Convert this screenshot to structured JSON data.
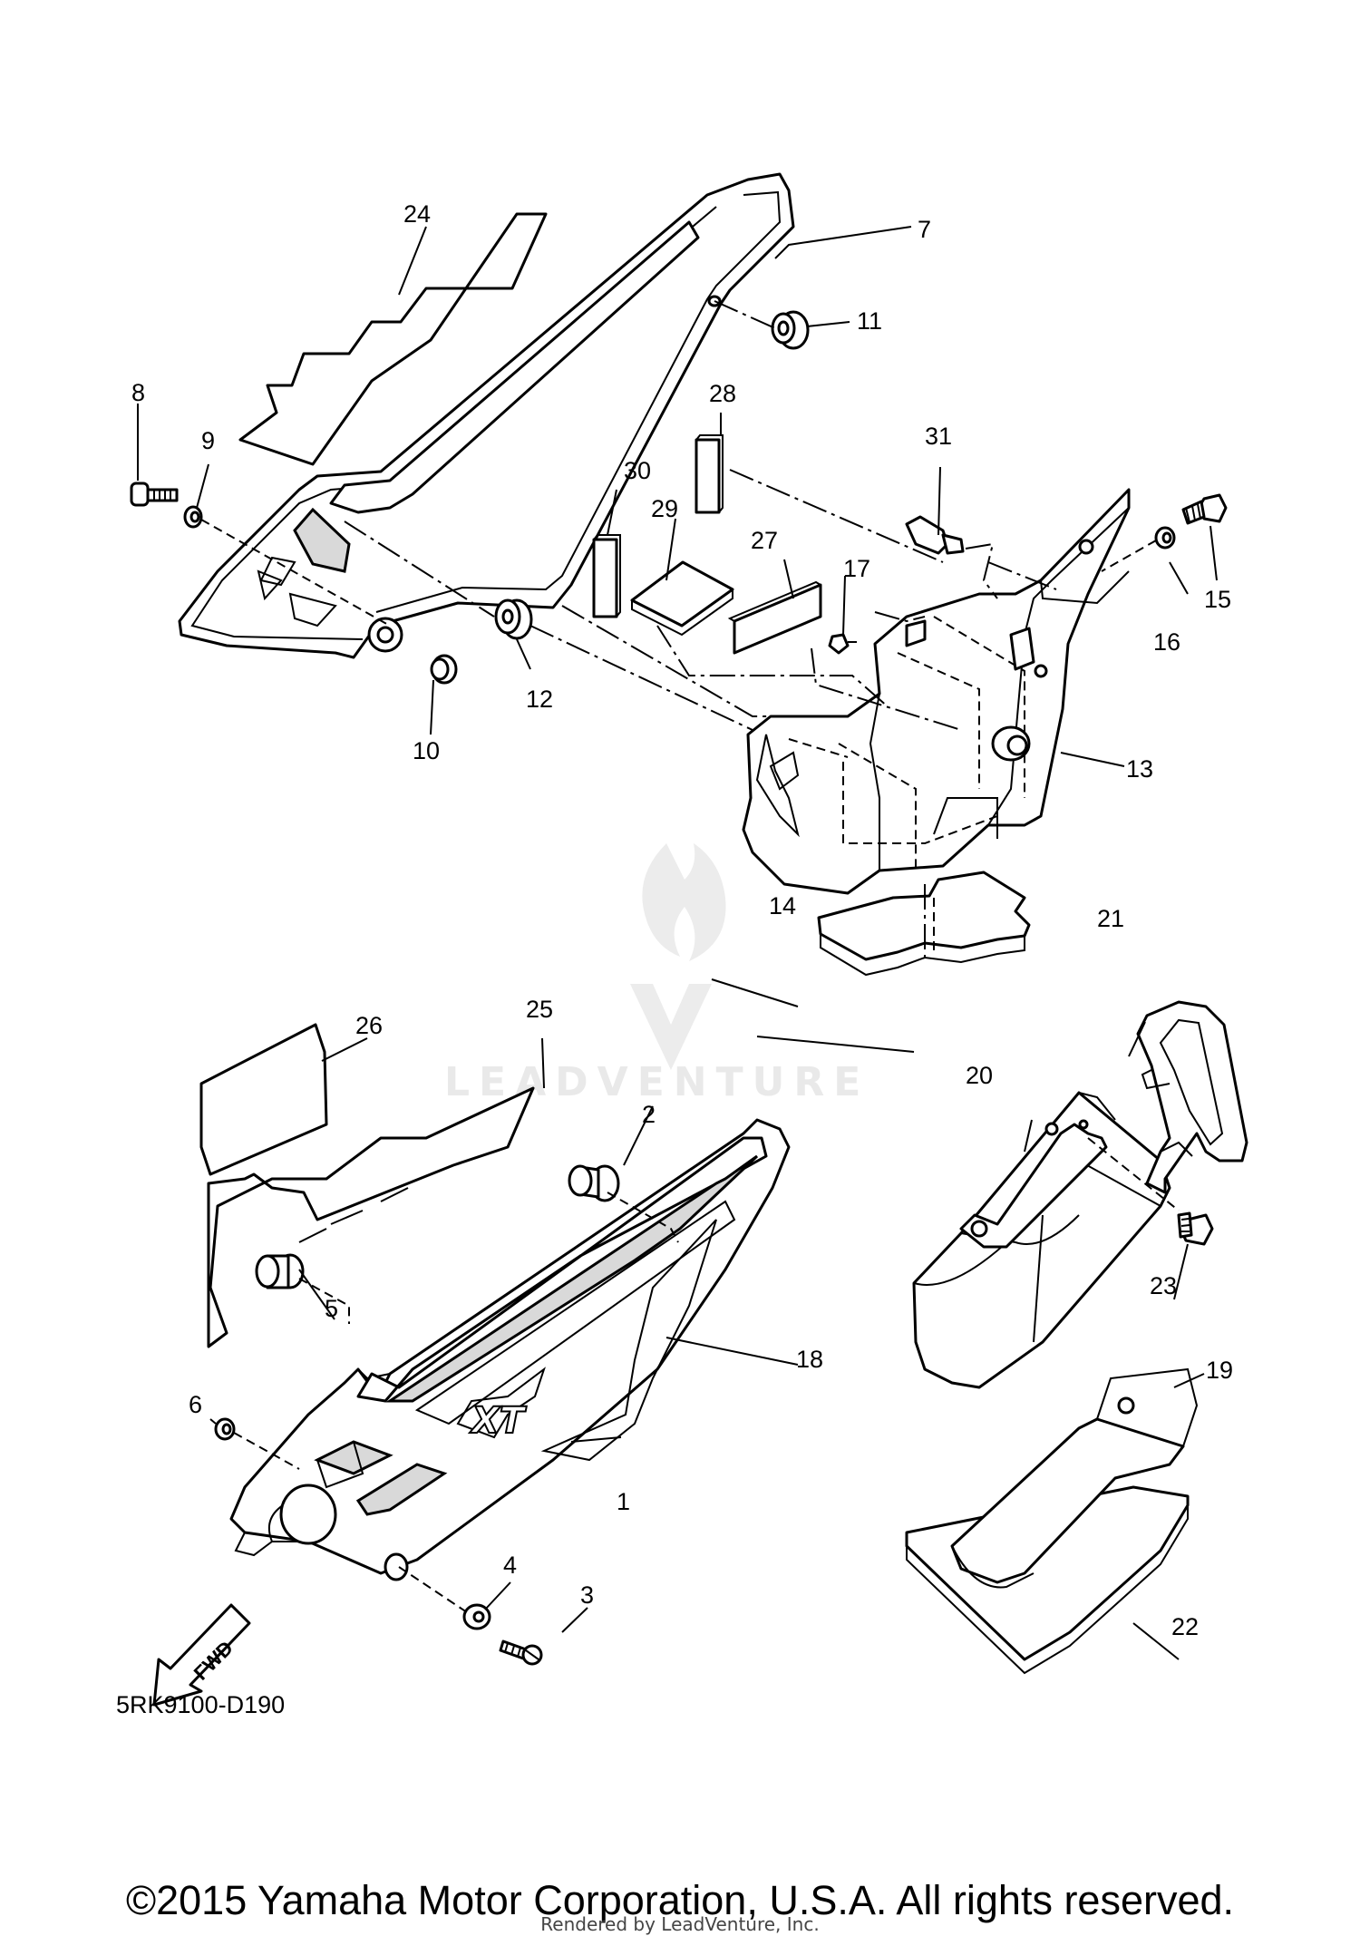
{
  "callouts": [
    "1",
    "2",
    "3",
    "4",
    "5",
    "6",
    "7",
    "8",
    "9",
    "10",
    "11",
    "12",
    "13",
    "14",
    "15",
    "16",
    "17",
    "18",
    "19",
    "20",
    "21",
    "22",
    "23",
    "24",
    "25",
    "26",
    "27",
    "28",
    "29",
    "30",
    "31"
  ],
  "fwd_label": "FWD",
  "diagram_code": "5RK9100-D190",
  "watermark": "LEADVENTURE",
  "copyright": "©2015 Yamaha Motor Corporation, U.S.A. All rights reserved.",
  "rendered_by": "Rendered by LeadVenture, Inc."
}
